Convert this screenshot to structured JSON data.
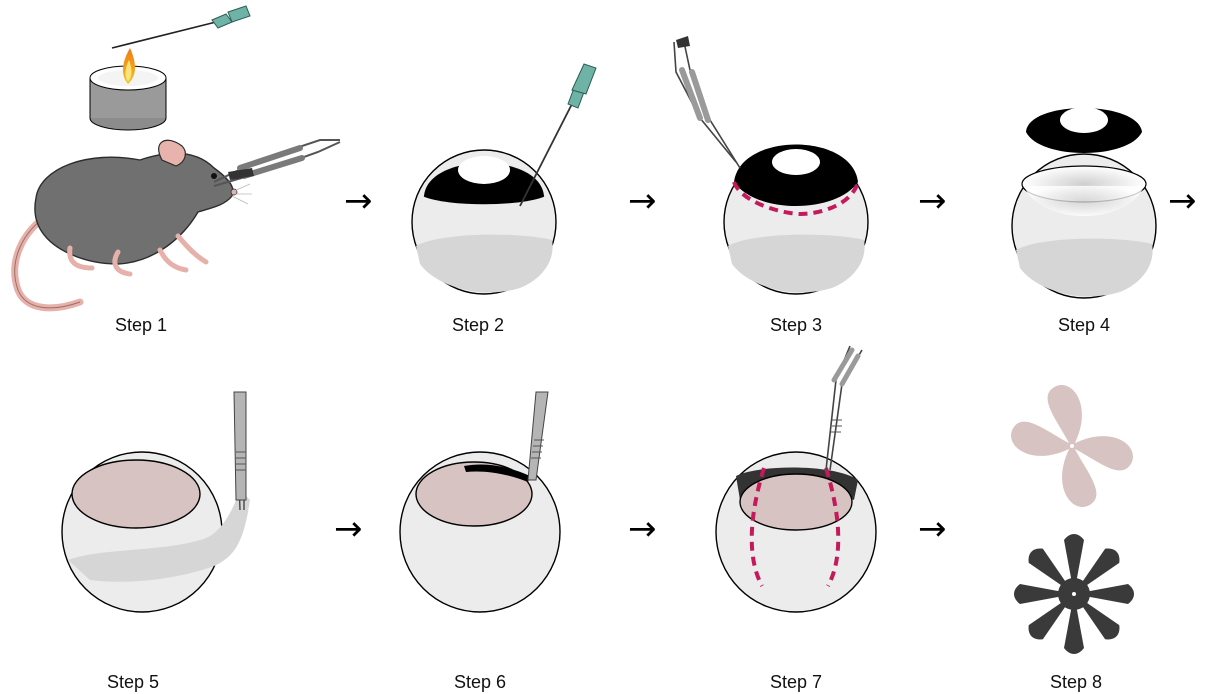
{
  "steps": [
    {
      "label": "Step 1"
    },
    {
      "label": "Step 2"
    },
    {
      "label": "Step 3"
    },
    {
      "label": "Step 4"
    },
    {
      "label": "Step 5"
    },
    {
      "label": "Step 6"
    },
    {
      "label": "Step 7"
    },
    {
      "label": "Step 8"
    }
  ],
  "arrow_glyph": "→",
  "colors": {
    "mouse": "#6d6d6d",
    "mouse_pink": "#e8b3ad",
    "eyeball": "#ececec",
    "eyeball_shadow": "#d2d2d2",
    "cornea": "#000000",
    "retina": "#d7c3c1",
    "cut_line": "#c41a5c",
    "flatmount_retina": "#d7c3c1",
    "flatmount_eyecup": "#3a3a3a",
    "needle_hub": "#6fb3a6"
  },
  "icons": [
    "candle-icon",
    "needle-icon",
    "mouse-icon",
    "scissors-icon",
    "forceps-icon",
    "eyeball-icon"
  ]
}
